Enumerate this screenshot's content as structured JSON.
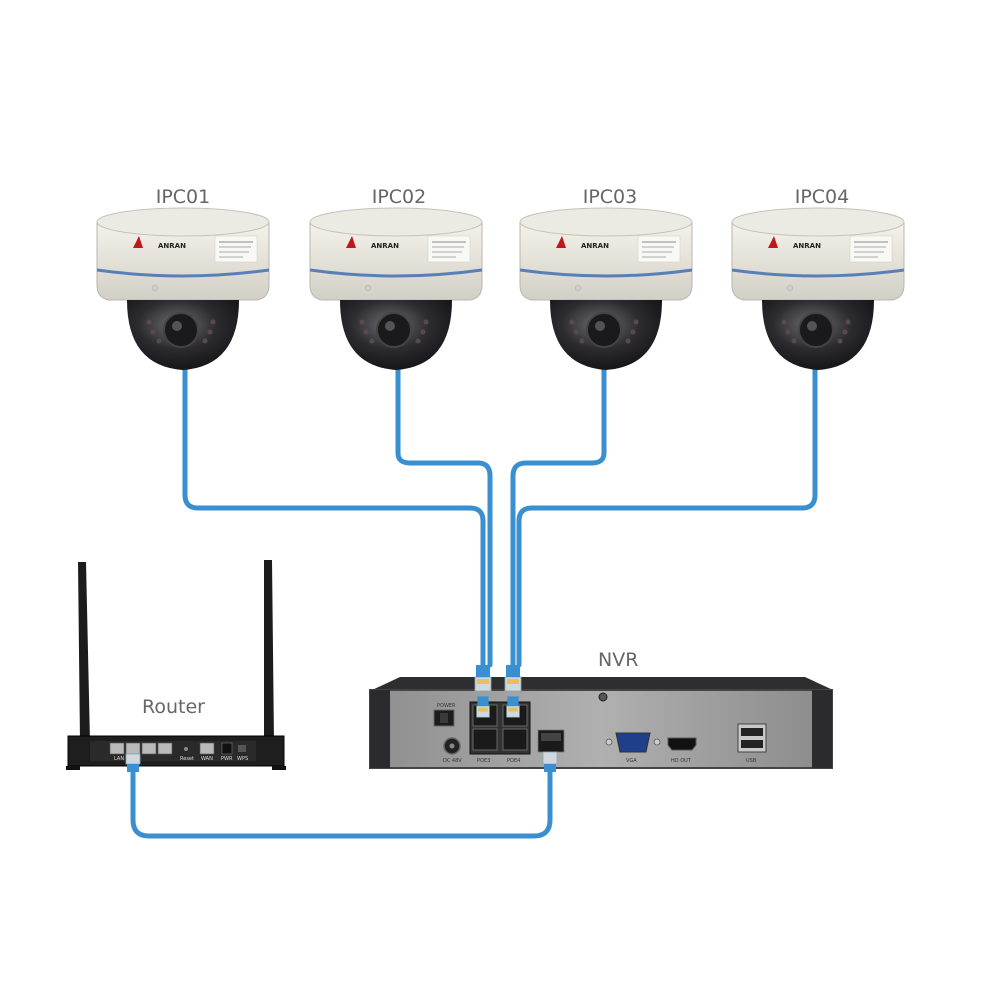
{
  "cameras": [
    {
      "label": "IPC01",
      "brand": "ANRAN"
    },
    {
      "label": "IPC02",
      "brand": "ANRAN"
    },
    {
      "label": "IPC03",
      "brand": "ANRAN"
    },
    {
      "label": "IPC04",
      "brand": "ANRAN"
    }
  ],
  "nvr": {
    "label": "NVR",
    "ports": {
      "power": "POWER",
      "dc": "DC 48V",
      "poe3": "POE3",
      "poe4": "POE4",
      "vga": "VGA",
      "hdmi": "HD OUT",
      "usb": "USB"
    }
  },
  "router": {
    "label": "Router",
    "ports": {
      "lan": "LAN",
      "wan": "WAN",
      "reset": "Reset",
      "pwr": "PWR",
      "wps": "WPS"
    }
  },
  "colors": {
    "cable": "#3a8fd0",
    "camera_body": "#e4e2d8",
    "nvr_panel": "#9a9a9a"
  }
}
